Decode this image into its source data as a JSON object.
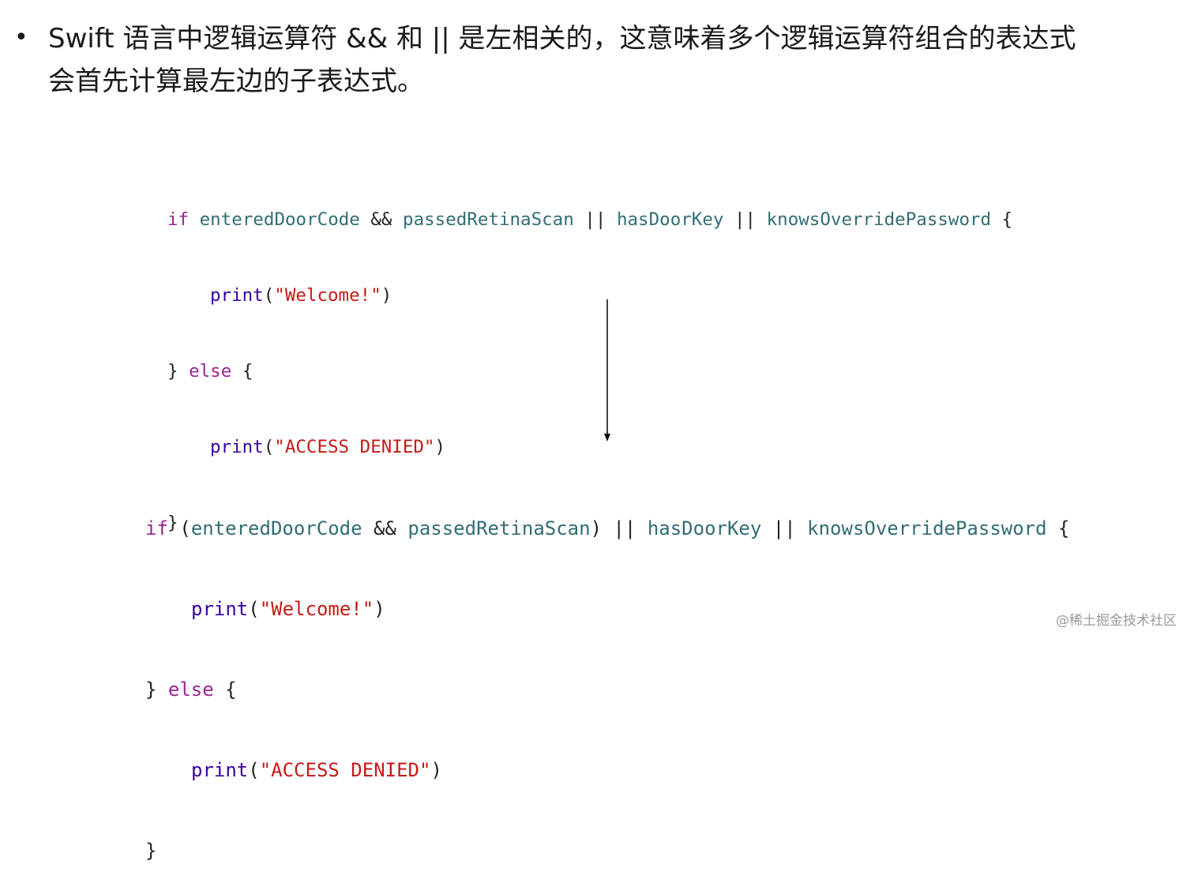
{
  "bullet": {
    "line1": "Swift 语言中逻辑运算符 && 和 || 是左相关的，这意味着多个逻辑运算符组合的表达式",
    "line2": "会首先计算最左边的子表达式。"
  },
  "code_top": {
    "l1": {
      "kw_if": "if",
      "a": "enteredDoorCode",
      "op1": "&&",
      "b": "passedRetinaScan",
      "op2": "||",
      "c": "hasDoorKey",
      "op3": "||",
      "d": "knowsOverridePassword",
      "brace": "{"
    },
    "l2": {
      "fn": "print",
      "open": "(",
      "str": "\"Welcome!\"",
      "close": ")"
    },
    "l3": {
      "close_brace": "}",
      "kw_else": "else",
      "brace": "{"
    },
    "l4": {
      "fn": "print",
      "open": "(",
      "str": "\"ACCESS DENIED\"",
      "close": ")"
    },
    "l5": {
      "close_brace": "}"
    }
  },
  "code_bottom": {
    "l1": {
      "kw_if": "if",
      "paren_open": "(",
      "a": "enteredDoorCode",
      "op1": "&&",
      "b": "passedRetinaScan",
      "paren_close": ")",
      "op2": "||",
      "c": "hasDoorKey",
      "op3": "||",
      "d": "knowsOverridePassword",
      "brace": "{"
    },
    "l2": {
      "fn": "print",
      "open": "(",
      "str": "\"Welcome!\"",
      "close": ")"
    },
    "l3": {
      "close_brace": "}",
      "kw_else": "else",
      "brace": "{"
    },
    "l4": {
      "fn": "print",
      "open": "(",
      "str": "\"ACCESS DENIED\"",
      "close": ")"
    },
    "l5": {
      "close_brace": "}"
    }
  },
  "watermark": "@稀土掘金技术社区",
  "colors": {
    "keyword": "#9b2393",
    "identifier": "#326d74",
    "function": "#3900a0",
    "string": "#c41a16",
    "text": "#1a1a1a"
  }
}
